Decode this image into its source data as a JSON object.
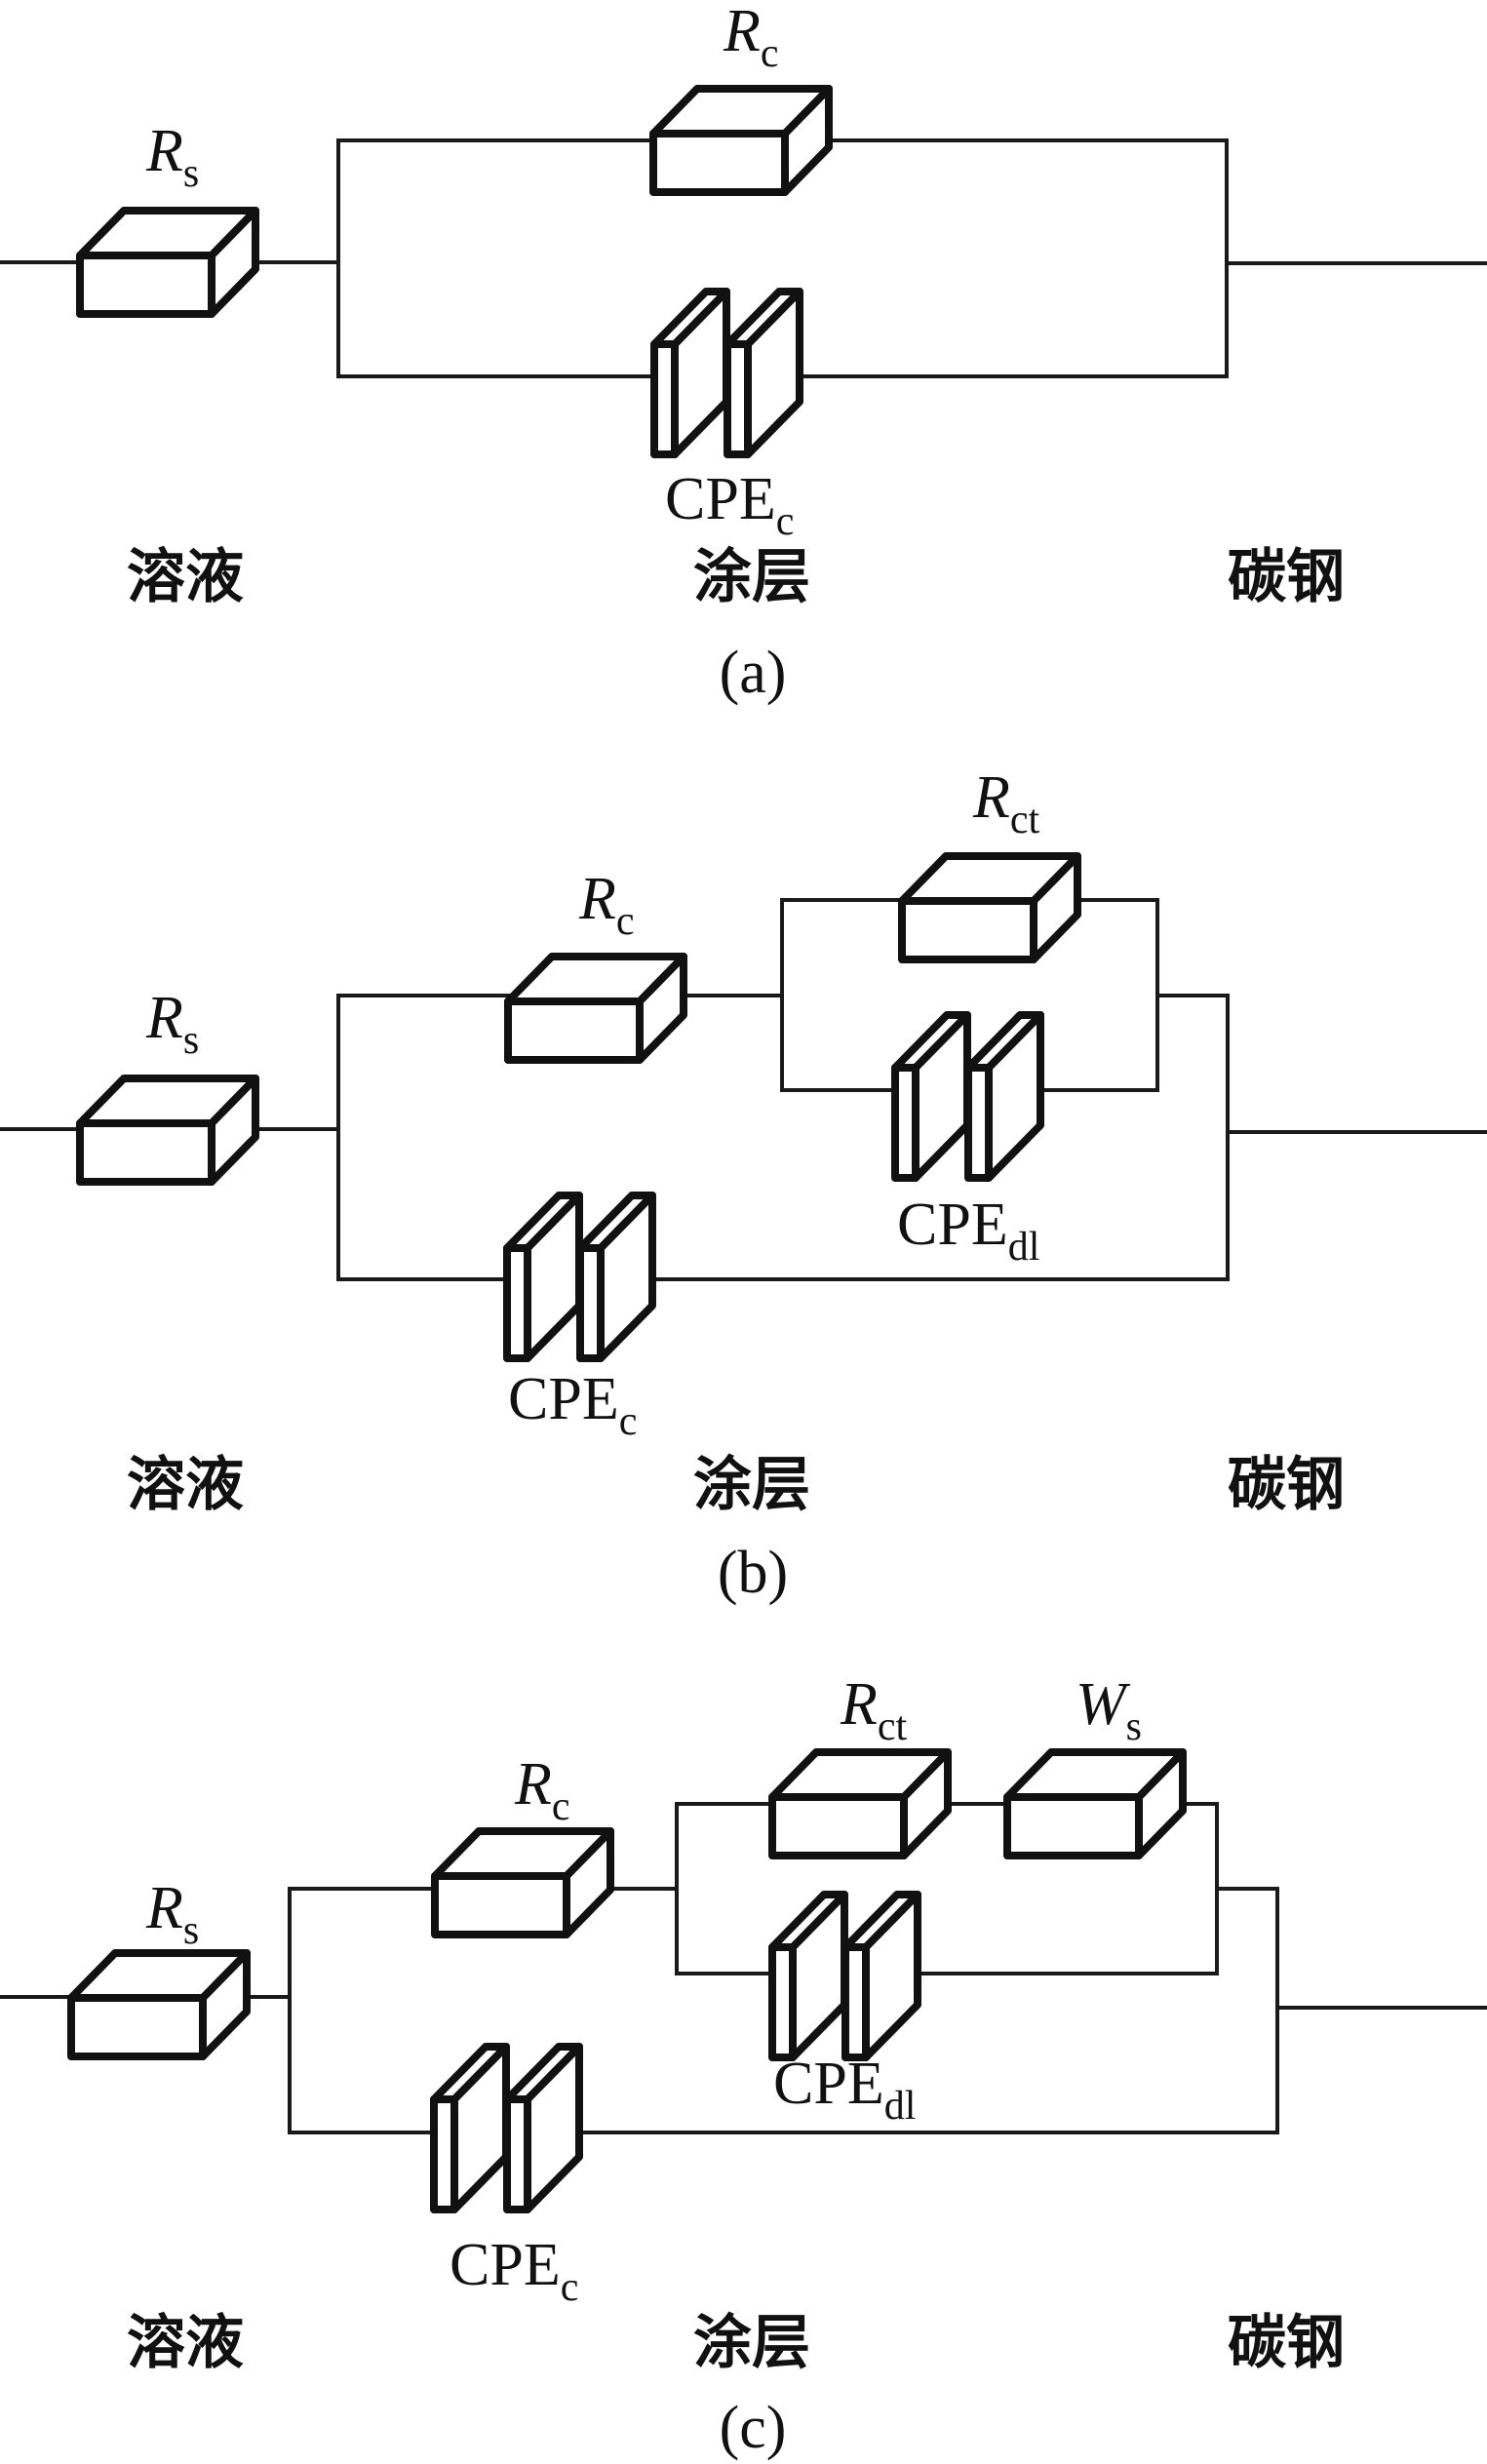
{
  "figure": {
    "description": "Equivalent electrical circuits for coated carbon steel at three corrosion stages",
    "layer_labels": {
      "solution": "溶液",
      "coating": "涂层",
      "steel": "碳钢"
    },
    "panels": [
      {
        "id": "a",
        "caption": "(a)",
        "components": [
          {
            "id": "Rs",
            "type": "resistor",
            "symbol": "R",
            "subscript": "s"
          },
          {
            "id": "Rc",
            "type": "resistor",
            "symbol": "R",
            "subscript": "c"
          },
          {
            "id": "CPEc",
            "type": "cpe",
            "symbol": "CPE",
            "subscript": "c"
          }
        ],
        "topology": "Rs + (Rc || CPEc)"
      },
      {
        "id": "b",
        "caption": "(b)",
        "components": [
          {
            "id": "Rs",
            "type": "resistor",
            "symbol": "R",
            "subscript": "s"
          },
          {
            "id": "Rc",
            "type": "resistor",
            "symbol": "R",
            "subscript": "c"
          },
          {
            "id": "Rct",
            "type": "resistor",
            "symbol": "R",
            "subscript": "ct"
          },
          {
            "id": "CPEdl",
            "type": "cpe",
            "symbol": "CPE",
            "subscript": "dl"
          },
          {
            "id": "CPEc",
            "type": "cpe",
            "symbol": "CPE",
            "subscript": "c"
          }
        ],
        "topology": "Rs + ((Rc + (Rct || CPEdl)) || CPEc)"
      },
      {
        "id": "c",
        "caption": "(c)",
        "components": [
          {
            "id": "Rs",
            "type": "resistor",
            "symbol": "R",
            "subscript": "s"
          },
          {
            "id": "Rc",
            "type": "resistor",
            "symbol": "R",
            "subscript": "c"
          },
          {
            "id": "Rct",
            "type": "resistor",
            "symbol": "R",
            "subscript": "ct"
          },
          {
            "id": "Ws",
            "type": "warburg",
            "symbol": "W",
            "subscript": "s"
          },
          {
            "id": "CPEdl",
            "type": "cpe",
            "symbol": "CPE",
            "subscript": "dl"
          },
          {
            "id": "CPEc",
            "type": "cpe",
            "symbol": "CPE",
            "subscript": "c"
          }
        ],
        "topology": "Rs + ((Rc + ((Rct + Ws) || CPEdl)) || CPEc)"
      }
    ]
  }
}
